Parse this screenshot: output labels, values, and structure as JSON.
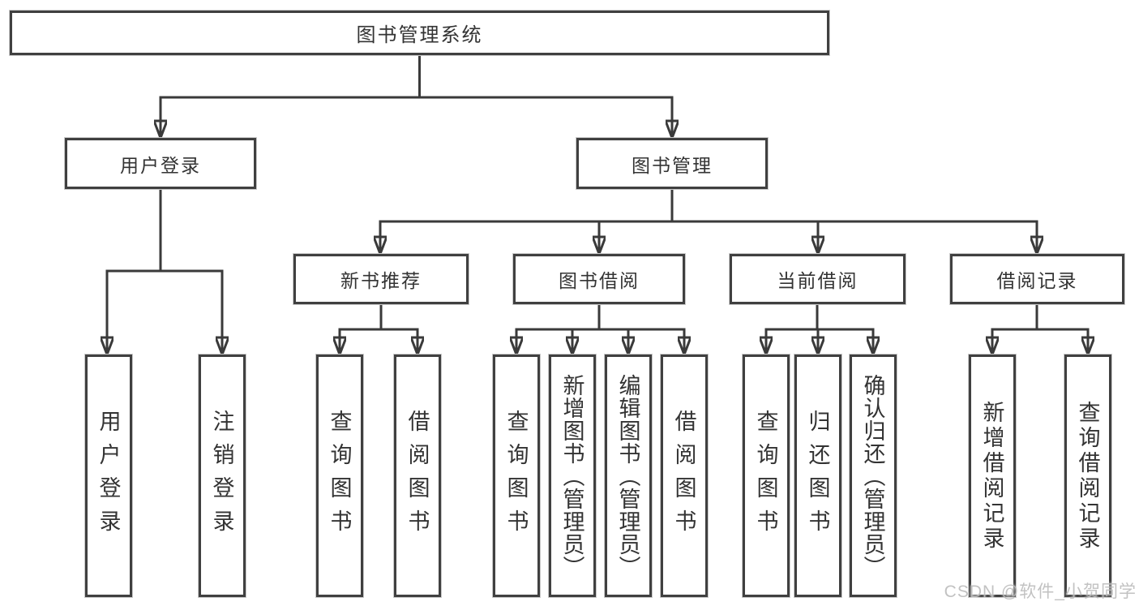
{
  "colors": {
    "background": "#ffffff",
    "line": "#3a3a3a",
    "box_border": "#404040",
    "text": "#333333",
    "watermark": "#b9b9b9"
  },
  "tree": {
    "root": "图书管理系统",
    "login_branch": {
      "label": "用户登录",
      "children": [
        "用户登录",
        "注销登录"
      ]
    },
    "mgmt_branch": {
      "label": "图书管理",
      "sections": [
        {
          "label": "新书推荐",
          "children": [
            "查询图书",
            "借阅图书"
          ]
        },
        {
          "label": "图书借阅",
          "children": [
            "查询图书",
            "新增图书（管理员）",
            "编辑图书（管理员）",
            "借阅图书"
          ]
        },
        {
          "label": "当前借阅",
          "children": [
            "查询图书",
            "归还图书",
            "确认归还（管理员）"
          ]
        },
        {
          "label": "借阅记录",
          "children": [
            "新增借阅记录",
            "查询借阅记录"
          ]
        }
      ]
    }
  },
  "watermark": "CSDN @软件_小贺同学"
}
